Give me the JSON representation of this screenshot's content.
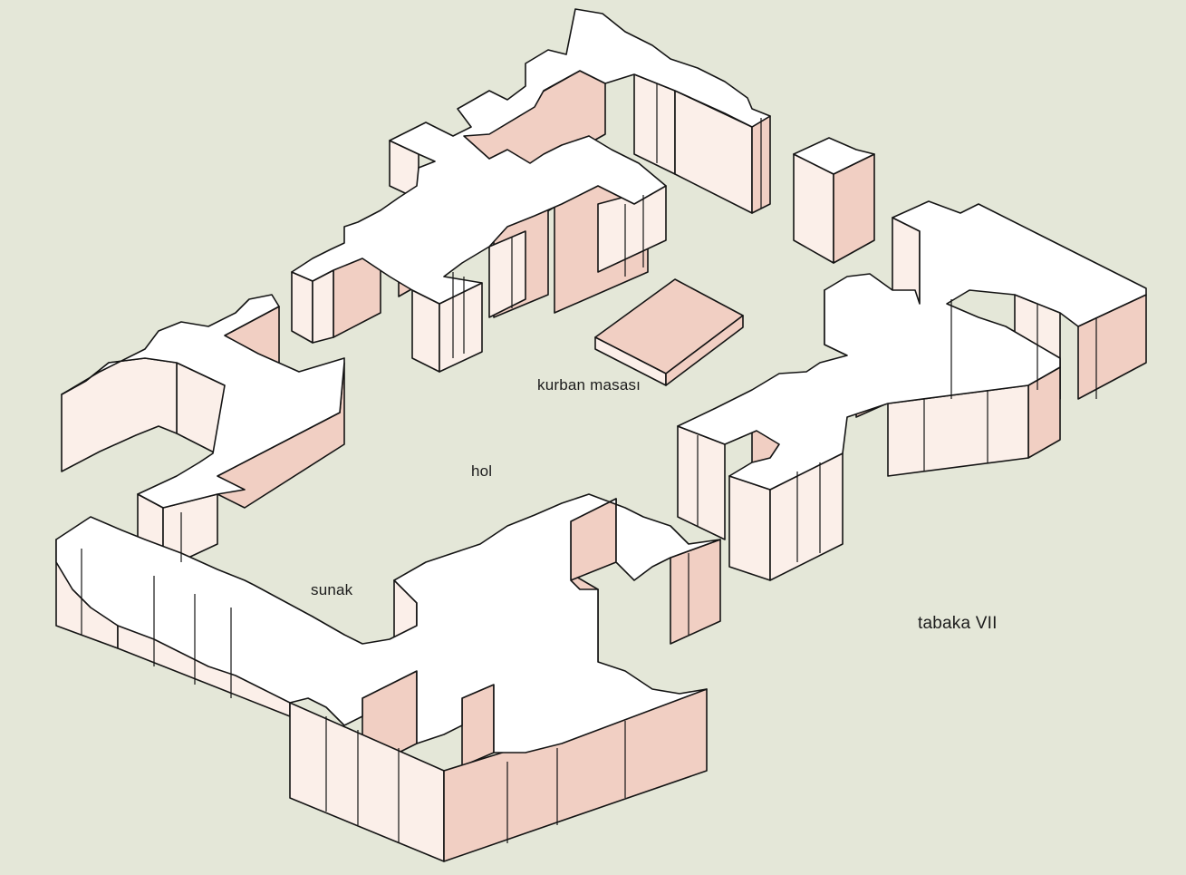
{
  "labels": {
    "kurban_masasi": "kurban masası",
    "hol": "hol",
    "sunak": "sunak",
    "tabaka": "tabaka VII"
  },
  "colors": {
    "background": "#e4e7d8",
    "wall_top": "#ffffff",
    "wall_face_light": "#fbefe9",
    "wall_face_pink": "#f1cfc3",
    "outline": "#141414"
  }
}
